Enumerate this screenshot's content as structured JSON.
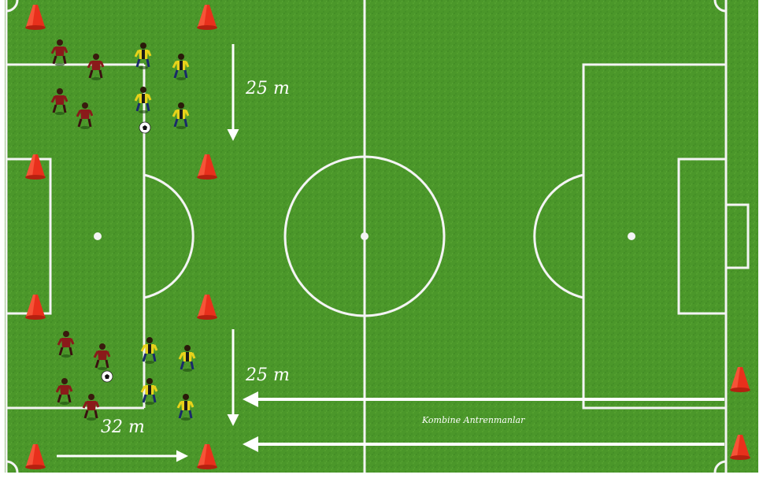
{
  "labels": {
    "top_distance": "25 m",
    "bottom_distance": "25 m",
    "width_distance": "32 m",
    "caption": "Kombine Antrenmanlar"
  },
  "colors": {
    "grass_light": "#4f9a2c",
    "grass_dark": "#3f8a24",
    "line": "#f4f4f4",
    "cone": "#e8301c",
    "team_red": "#8a1a1a",
    "team_yellow": "#e8d21a"
  },
  "icons": {
    "cone": "training-cone-icon",
    "player": "player-figure-icon",
    "ball": "soccer-ball-icon",
    "arrow": "distance-arrow-icon"
  }
}
